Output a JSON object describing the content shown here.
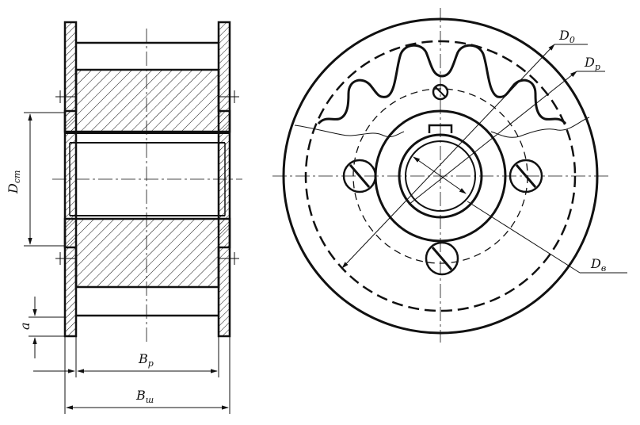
{
  "labels": {
    "d_st": {
      "main": "D",
      "sub": "cm"
    },
    "a": {
      "main": "a"
    },
    "b_p": {
      "main": "B",
      "sub": "p"
    },
    "b_sh": {
      "main": "B",
      "sub": "ш"
    },
    "d_0": {
      "main": "D",
      "sub": "0"
    },
    "d_p": {
      "main": "D",
      "sub": "p"
    },
    "d_v": {
      "main": "D",
      "sub": "в"
    }
  },
  "colors": {
    "line": "#111111",
    "hatch": "#111111",
    "background": "#ffffff"
  }
}
